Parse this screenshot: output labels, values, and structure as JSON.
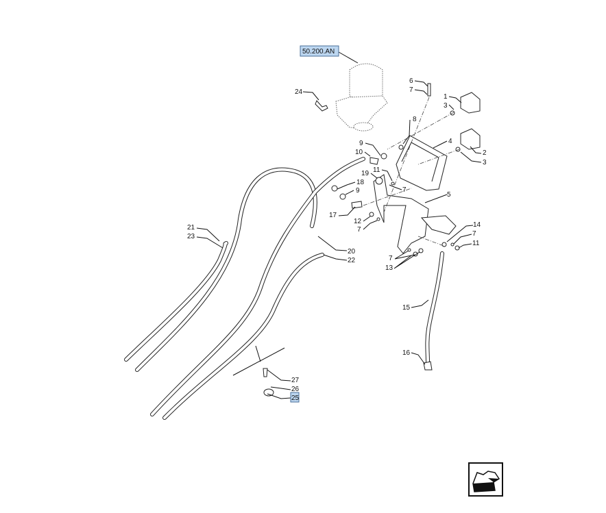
{
  "reference_link": "50.200.AN",
  "callouts": {
    "c24": "24",
    "c6": "6",
    "c7a": "7",
    "c1": "1",
    "c3a": "3",
    "c8": "8",
    "c4": "4",
    "c2": "2",
    "c3b": "3",
    "c9a": "9",
    "c10": "10",
    "c11a": "11",
    "c19": "19",
    "c18": "18",
    "c9b": "9",
    "c7b": "7",
    "c5": "5",
    "c17": "17",
    "c12": "12",
    "c7c": "7",
    "c14": "14",
    "c7d": "7",
    "c11b": "11",
    "c21": "21",
    "c23": "23",
    "c20": "20",
    "c22": "22",
    "c7e": "7",
    "c13": "13",
    "c15": "15",
    "c16": "16",
    "c27": "27",
    "c26": "26",
    "c25": "25"
  },
  "colors": {
    "highlight": "#bcd6f0"
  },
  "icons": {
    "nav": "arrow-direction-icon"
  }
}
